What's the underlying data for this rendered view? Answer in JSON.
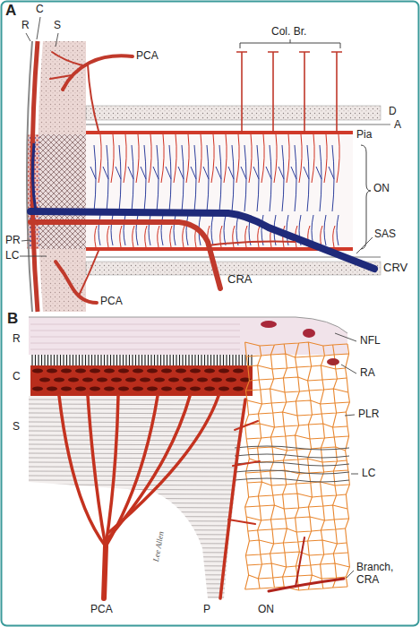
{
  "diagram": {
    "labels": [
      "A",
      "C",
      "R",
      "S",
      "PCA",
      "Col. Br.",
      "D",
      "A",
      "Pia",
      "ON",
      "PR",
      "LC",
      "SAS",
      "CRV",
      "PCA",
      "CRA",
      "B",
      "NFL",
      "R",
      "RA",
      "C",
      "PLR",
      "S",
      "LC",
      "Lee Allen",
      "PCA",
      "P",
      "ON",
      "Branch, CRA"
    ]
  }
}
